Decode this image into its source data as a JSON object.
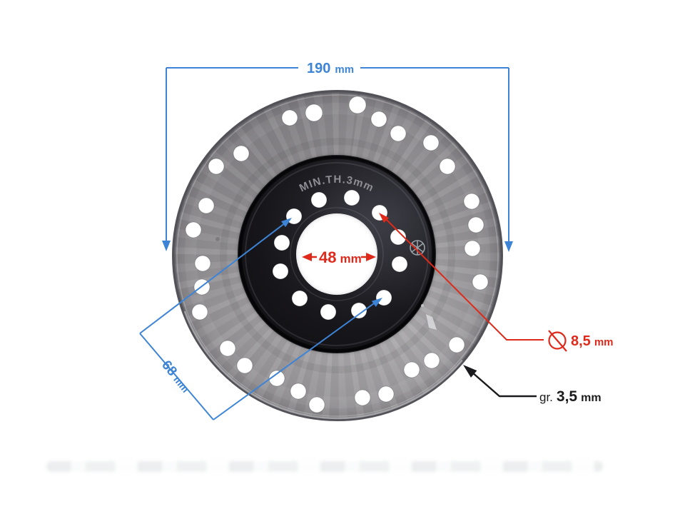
{
  "disc": {
    "engraving": "MIN.TH.3mm"
  },
  "dimensions": {
    "outer_diameter": {
      "value": "190",
      "unit": "mm",
      "color": "blue"
    },
    "center_hole_diameter": {
      "value": "48",
      "unit": "mm",
      "color": "red"
    },
    "bolt_hole_spacing": {
      "value": "68",
      "unit": "mm",
      "color": "blue"
    },
    "drill_hole_diameter": {
      "value": "8,5",
      "unit": "mm",
      "color": "red"
    },
    "thickness": {
      "prefix": "gr.",
      "value": "3,5",
      "unit": "mm",
      "color": "black"
    }
  },
  "colors": {
    "dimension_blue": "#3e84d6",
    "dimension_red": "#df2a1b",
    "annotation_black": "#1b1b1d",
    "engraving_gray": "#95949a",
    "background": "#ffffff"
  }
}
